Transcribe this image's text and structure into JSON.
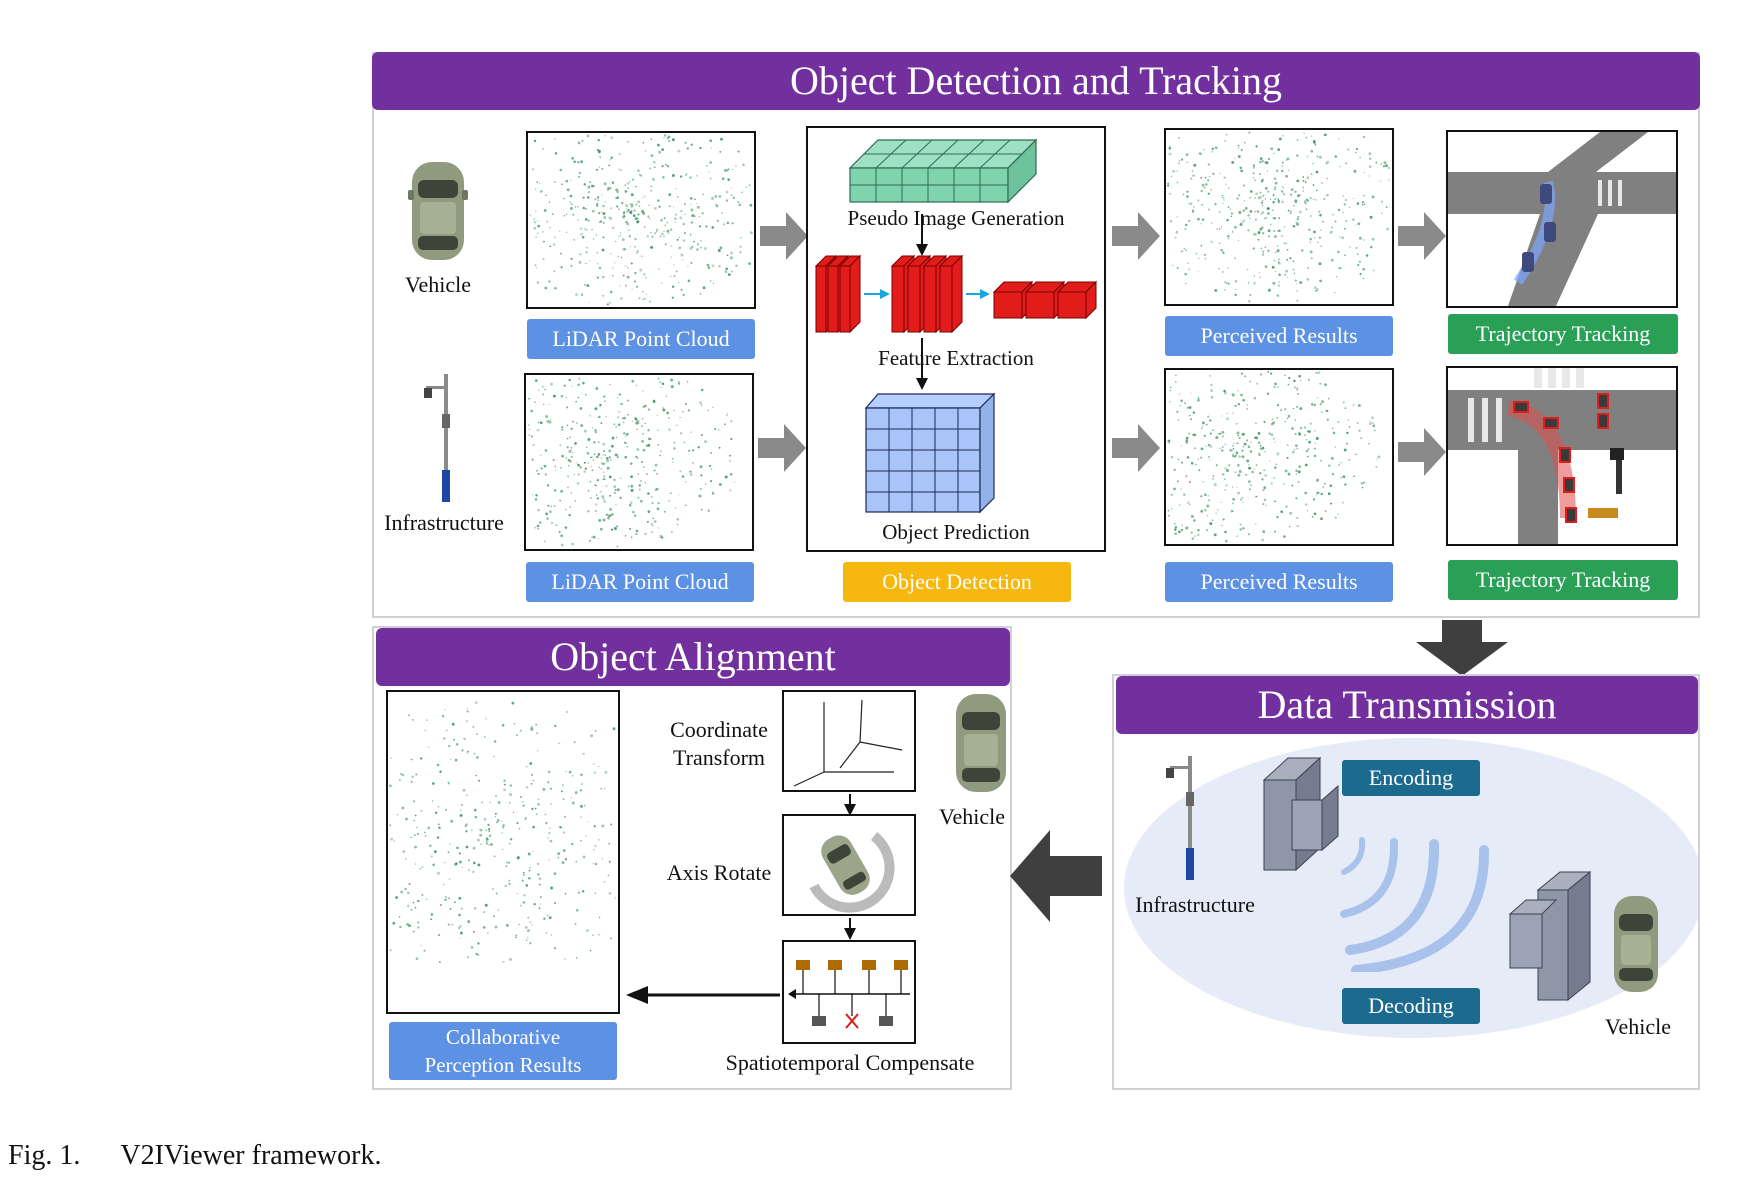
{
  "sections": {
    "detection": {
      "title": "Object Detection and Tracking",
      "vehicle_label": "Vehicle",
      "infrastructure_label": "Infrastructure",
      "lidar_label_top": "LiDAR Point Cloud",
      "lidar_label_bottom": "LiDAR Point Cloud",
      "pseudo_image": "Pseudo Image Generation",
      "feature_extraction": "Feature Extraction",
      "object_prediction": "Object Prediction",
      "object_detection_label": "Object Detection",
      "perceived_top": "Perceived Results",
      "perceived_bottom": "Perceived Results",
      "tracking_top": "Trajectory Tracking",
      "tracking_bottom": "Trajectory Tracking"
    },
    "alignment": {
      "title": "Object Alignment",
      "coordinate_transform_line1": "Coordinate",
      "coordinate_transform_line2": "Transform",
      "axis_rotate": "Axis Rotate",
      "spatiotemporal": "Spatiotemporal Compensate",
      "vehicle_label": "Vehicle",
      "collab_line1": "Collaborative",
      "collab_line2": "Perception Results"
    },
    "transmission": {
      "title": "Data Transmission",
      "infrastructure_label": "Infrastructure",
      "vehicle_label": "Vehicle",
      "encoding": "Encoding",
      "decoding": "Decoding"
    }
  },
  "caption": {
    "number": "Fig. 1.",
    "text": "V2IViewer framework."
  },
  "colors": {
    "header_purple": "#722f9e",
    "pill_blue": "#5d91e3",
    "pill_green": "#2aa057",
    "pill_yellow": "#f6b80e",
    "pill_teal": "#1c6b8f",
    "points_green": "#2f8a55"
  }
}
